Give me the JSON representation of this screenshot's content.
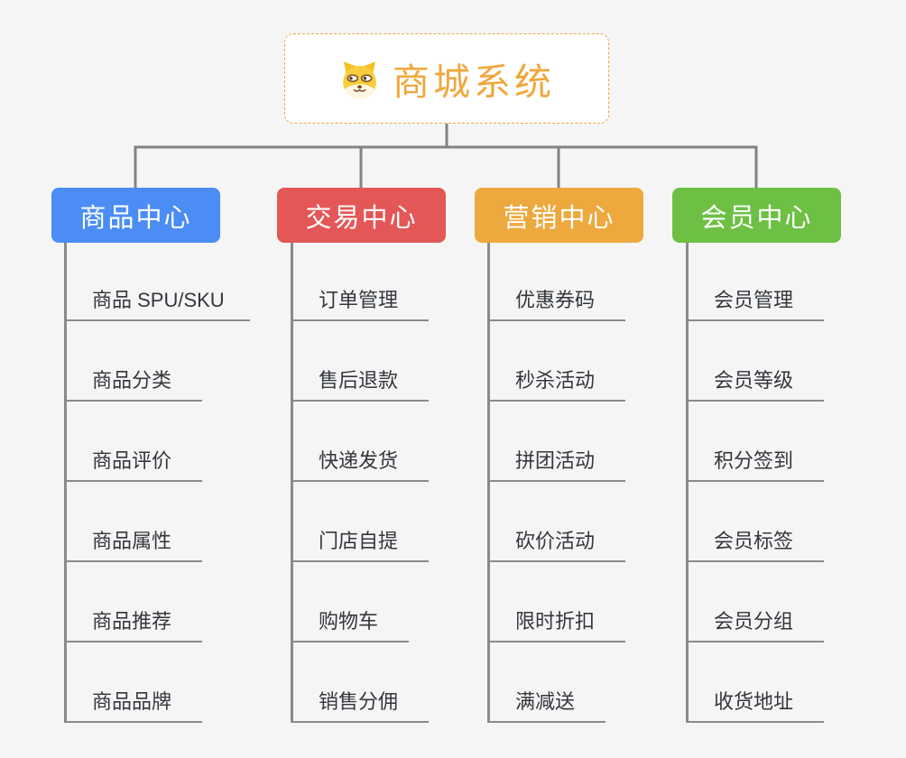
{
  "page": {
    "background": "#f5f5f5",
    "connector_color": "#828282"
  },
  "root": {
    "title": "商城系统",
    "icon": "dog-face-icon",
    "text_color": "#f0a73d",
    "border_color": "#f0a73d",
    "background": "#ffffff"
  },
  "branches": [
    {
      "label": "商品中心",
      "color": "#4b8df5",
      "items": [
        "商品 SPU/SKU",
        "商品分类",
        "商品评价",
        "商品属性",
        "商品推荐",
        "商品品牌"
      ]
    },
    {
      "label": "交易中心",
      "color": "#e45757",
      "items": [
        "订单管理",
        "售后退款",
        "快递发货",
        "门店自提",
        "购物车",
        "销售分佣"
      ]
    },
    {
      "label": "营销中心",
      "color": "#eda93e",
      "items": [
        "优惠券码",
        "秒杀活动",
        "拼团活动",
        "砍价活动",
        "限时折扣",
        "满减送"
      ]
    },
    {
      "label": "会员中心",
      "color": "#6dc044",
      "items": [
        "会员管理",
        "会员等级",
        "积分签到",
        "会员标签",
        "会员分组",
        "收货地址"
      ]
    }
  ]
}
